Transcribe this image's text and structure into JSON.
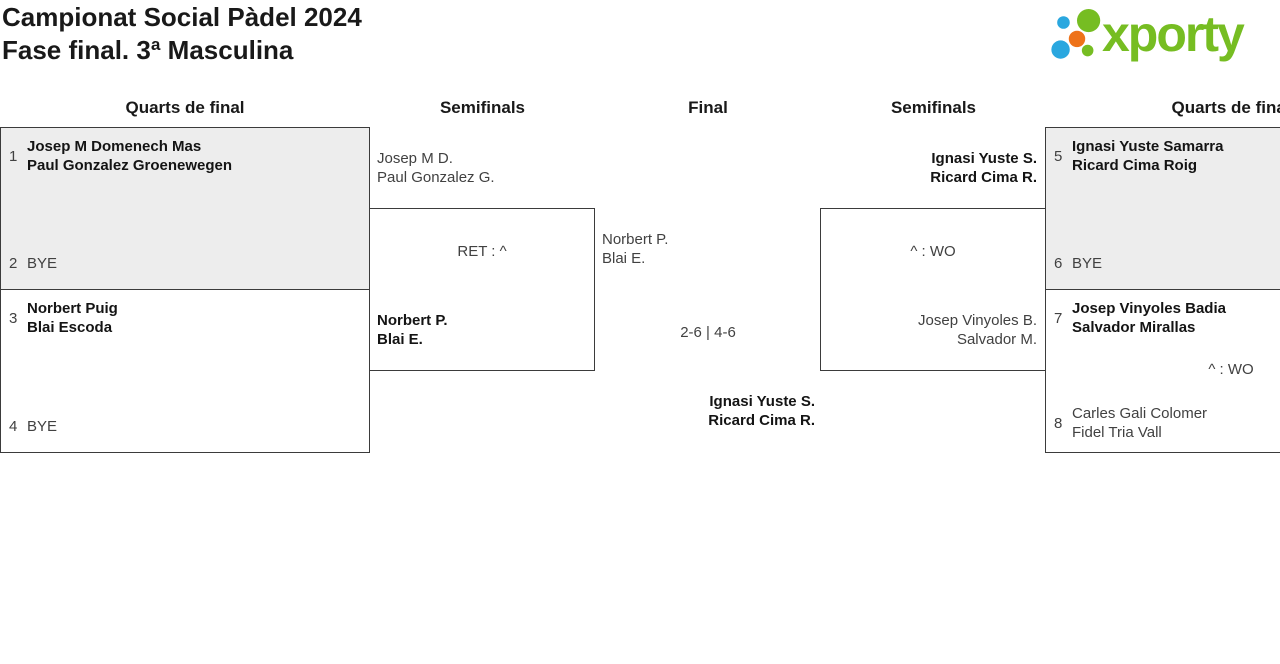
{
  "title": {
    "line1": "Campionat Social Pàdel 2024",
    "line2": "Fase final. 3ª Masculina"
  },
  "logo": {
    "text": "xporty",
    "green": "#76bd22",
    "blue": "#2aa7df",
    "orange": "#ee7219"
  },
  "colors": {
    "box_shade": "#ededed",
    "box_border": "#3b3b3b",
    "text_regular": "#414141",
    "text_bold": "#141414"
  },
  "rounds": {
    "quarts_left": {
      "header": "Quarts de final",
      "matches": [
        {
          "seed_top": "1",
          "team_top": [
            "Josep M Domenech Mas",
            "Paul Gonzalez Groenewegen"
          ],
          "seed_bottom": "2",
          "team_bottom": "BYE"
        },
        {
          "seed_top": "3",
          "team_top": [
            "Norbert Puig",
            "Blai Escoda"
          ],
          "seed_bottom": "4",
          "team_bottom": "BYE"
        }
      ]
    },
    "semifinal_left": {
      "header": "Semifinals",
      "team_top": [
        "Josep M D.",
        "Paul Gonzalez G."
      ],
      "score": "RET : ^",
      "team_bottom": [
        "Norbert P.",
        "Blai E."
      ]
    },
    "final": {
      "header": "Final",
      "team_top": [
        "Norbert P.",
        "Blai E."
      ],
      "score": "2-6 | 4-6",
      "team_bottom": [
        "Ignasi Yuste S.",
        "Ricard Cima R."
      ]
    },
    "semifinal_right": {
      "header": "Semifinals",
      "team_top": [
        "Ignasi Yuste S.",
        "Ricard Cima R."
      ],
      "score": "^ : WO",
      "team_bottom": [
        "Josep Vinyoles B.",
        "Salvador M."
      ]
    },
    "quarts_right": {
      "header": "Quarts de final",
      "matches": [
        {
          "seed_top": "5",
          "team_top": [
            "Ignasi Yuste Samarra",
            "Ricard Cima Roig"
          ],
          "seed_bottom": "6",
          "team_bottom": "BYE"
        },
        {
          "seed_top": "7",
          "team_top": [
            "Josep Vinyoles Badia",
            "Salvador Mirallas"
          ],
          "score": "^ : WO",
          "seed_bottom": "8",
          "team_bottom": [
            "Carles Gali Colomer",
            "Fidel Tria Vall"
          ]
        }
      ]
    }
  }
}
